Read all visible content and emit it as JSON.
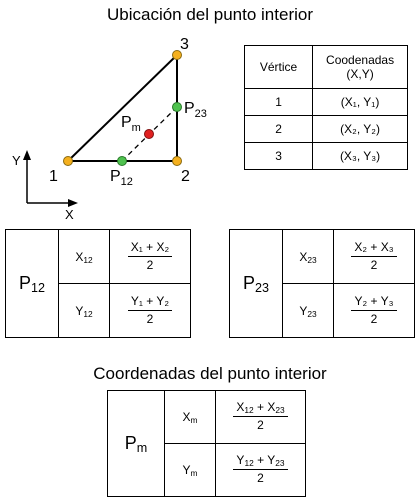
{
  "title_top": "Ubicación del punto interior",
  "title_bottom": "Coordenadas del punto interior",
  "diagram": {
    "vertex_labels": [
      "1",
      "2",
      "3"
    ],
    "p12": {
      "base": "P",
      "sub": "12"
    },
    "p23": {
      "base": "P",
      "sub": "23"
    },
    "pm": {
      "base": "P",
      "sub": "m"
    },
    "axis_y": "Y",
    "axis_x": "X",
    "colors": {
      "vertex": "#f5b01e",
      "midpoint": "#4fc24f",
      "interior": "#e02020",
      "line": "#000000"
    }
  },
  "vertex_table": {
    "headers": [
      "Vértice",
      "Coodenadas (X,Y)"
    ],
    "rows": [
      [
        "1",
        "(X₁, Y₁)"
      ],
      [
        "2",
        "(X₂, Y₂)"
      ],
      [
        "3",
        "(X₃, Y₃)"
      ]
    ]
  },
  "p12_box": {
    "label_base": "P",
    "label_sub": "12",
    "rows": [
      {
        "var_base": "X",
        "var_sub": "12",
        "num": "X₁ + X₂",
        "den": "2"
      },
      {
        "var_base": "Y",
        "var_sub": "12",
        "num": "Y₁ + Y₂",
        "den": "2"
      }
    ]
  },
  "p23_box": {
    "label_base": "P",
    "label_sub": "23",
    "rows": [
      {
        "var_base": "X",
        "var_sub": "23",
        "num": "X₂ + X₃",
        "den": "2"
      },
      {
        "var_base": "Y",
        "var_sub": "23",
        "num": "Y₂ + Y₃",
        "den": "2"
      }
    ]
  },
  "pm_box": {
    "label_base": "P",
    "label_sub": "m",
    "rows": [
      {
        "var_base": "X",
        "var_sub": "m",
        "num_a_base": "X",
        "num_a_sub": "12",
        "op": " + ",
        "num_b_base": "X",
        "num_b_sub": "23",
        "den": "2"
      },
      {
        "var_base": "Y",
        "var_sub": "m",
        "num_a_base": "Y",
        "num_a_sub": "12",
        "op": " + ",
        "num_b_base": "Y",
        "num_b_sub": "23",
        "den": "2"
      }
    ]
  }
}
